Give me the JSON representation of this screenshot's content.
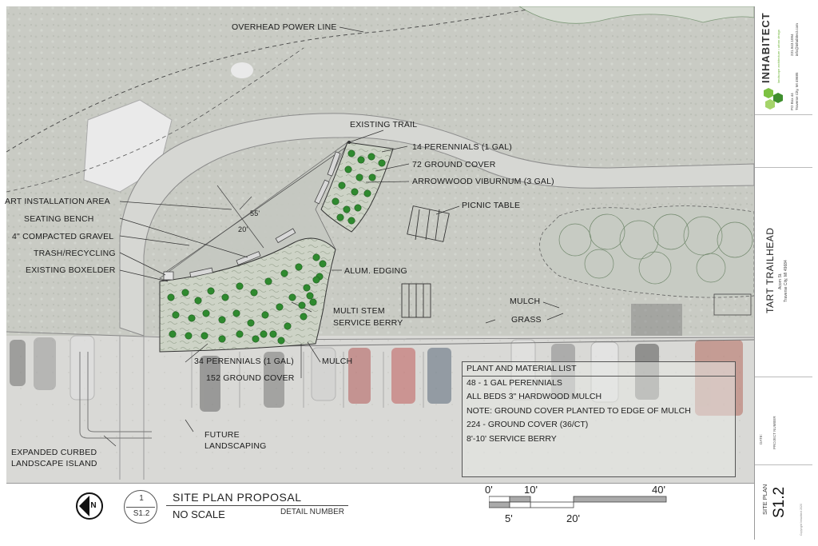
{
  "callouts": {
    "overhead_power_line": "OVERHEAD POWER LINE",
    "existing_trail": "EXISTING TRAIL",
    "perennials_14": "14 PERENNIALS (1 GAL)",
    "ground_cover_72": "72 GROUND COVER",
    "arrowwood": "ARROWWOOD VIBURNUM (3 GAL)",
    "art_installation": "ART INSTALLATION AREA",
    "seating_bench": "SEATING BENCH",
    "compacted_gravel": "4\" COMPACTED GRAVEL",
    "trash_recycling": "TRASH/RECYCLING",
    "existing_boxelder": "EXISTING BOXELDER",
    "picnic_table": "PICNIC TABLE",
    "alum_edging": "ALUM. EDGING",
    "multi_stem_1": "MULTI STEM",
    "multi_stem_2": "SERVICE BERRY",
    "mulch_right": "MULCH",
    "grass": "GRASS",
    "perennials_34": "34 PERENNIALS (1 GAL)",
    "mulch_bottom": "MULCH",
    "ground_cover_152": "152 GROUND COVER",
    "future_1": "FUTURE",
    "future_2": "LANDSCAPING",
    "expanded_1": "EXPANDED CURBED",
    "expanded_2": "LANDSCAPE ISLAND",
    "dim_55": "55'",
    "dim_20": "20'"
  },
  "plant_list": {
    "title": "PLANT AND MATERIAL LIST",
    "rows": [
      "48 - 1 GAL PERENNIALS",
      "ALL BEDS 3\" HARDWOOD MULCH",
      "NOTE: GROUND COVER PLANTED TO EDGE OF MULCH",
      "224 - GROUND COVER (36/CT)",
      "8'-10' SERVICE BERRY"
    ]
  },
  "title_strip": {
    "north_letter": "N",
    "detail_top": "1",
    "detail_bottom": "S1.2",
    "title": "SITE PLAN PROPOSAL",
    "scale_note": "NO SCALE",
    "detail_number_label": "DETAIL NUMBER"
  },
  "scale_bar": {
    "labels_top": [
      "0'",
      "10'",
      "40'"
    ],
    "labels_bottom": [
      "5'",
      "20'"
    ]
  },
  "title_block": {
    "firm": "INHABITECT",
    "firm_tag": "landscape architecture • urban design",
    "firm_address_1": "PO Box 44",
    "firm_address_2": "Traverse City, MI 49685",
    "firm_phone": "231.943.1094",
    "firm_email": "info@inhabitect.com",
    "project_name": "TART TRAILHEAD",
    "project_address_1": "Acorn St.",
    "project_address_2": "Traverse City, MI 49684",
    "project_number_label": "PROJECT NUMBER",
    "date_label": "DATE:",
    "sheet_label": "SITE PLAN",
    "sheet_number": "S1.2",
    "copyright": "Copyright Inhabitect 2020"
  },
  "colors": {
    "plant_green": "#2f8a2f",
    "bed_fill": "#c9cfc2",
    "paved_trail": "#d4d5d2",
    "logo_green": "#6fb53a"
  }
}
